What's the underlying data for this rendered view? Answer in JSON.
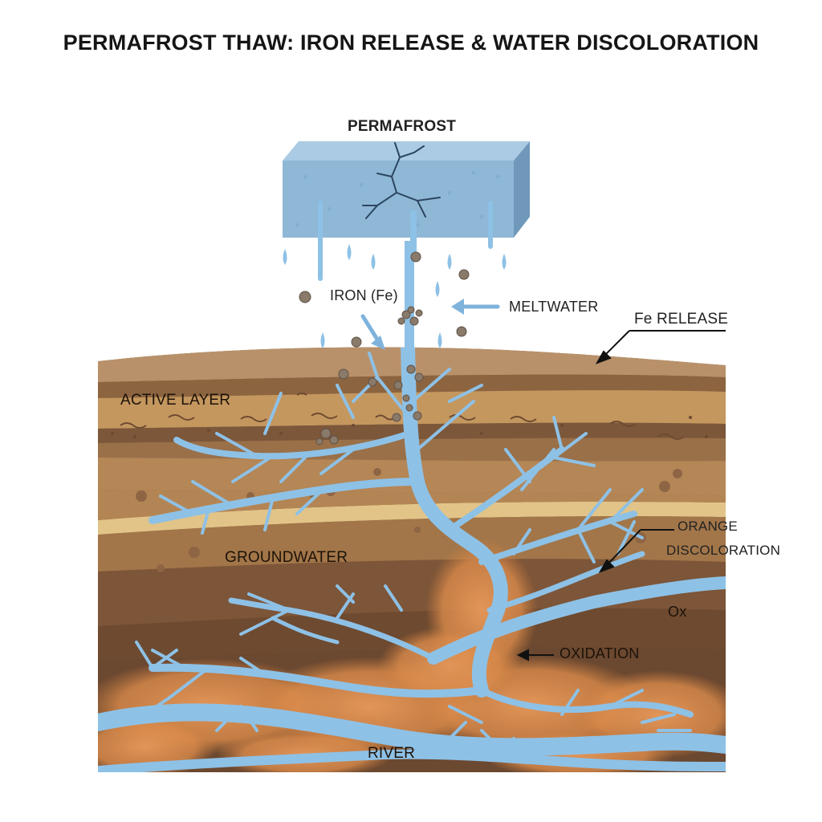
{
  "title": "PERMAFROST THAW: IRON RELEASE & WATER DISCOLORATION",
  "labels": {
    "permafrost": "PERMAFROST",
    "iron": "IRON (Fe)",
    "meltwater": "MELTWATER",
    "fe_release": "Fe RELEASE",
    "active_layer": "ACTIVE LAYER",
    "groundwater": "GROUNDWATER",
    "orange_1": "ORANGE",
    "orange_2": "DISCOLORATION",
    "ox": "Ox",
    "oxidation": "OXIDATION",
    "river": "RIVER"
  },
  "colors": {
    "ice": "#8fb7d6",
    "water": "#8ec1e6",
    "soil_dark": "#7a5436",
    "soil_mid": "#a8784c",
    "soil_light": "#d9b87f",
    "rust": "#d98a4a",
    "iron_particle": "#8a7a6a"
  }
}
